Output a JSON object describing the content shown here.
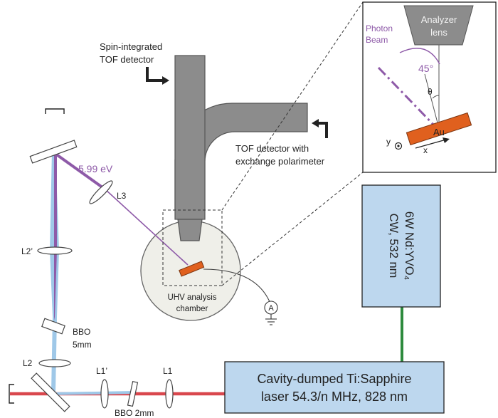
{
  "labels": {
    "spin_detector": [
      "Spin-integrated",
      "TOF detector"
    ],
    "exchange_detector": [
      "TOF detector with",
      "exchange polarimeter"
    ],
    "uhv_chamber": [
      "UHV analysis",
      "chamber"
    ],
    "ammeter": "A",
    "photon_energy": "5.99 eV",
    "lens_l3": "L3",
    "lens_l2prime": "L2’",
    "lens_l2": "L2",
    "lens_l1prime": "L1’",
    "lens_l1": "L1",
    "bbo_5mm": [
      "BBO",
      "5mm"
    ],
    "bbo_2mm": "BBO 2mm",
    "pump_laser": [
      "6W Nd:YVO₄",
      "CW, 532 nm"
    ],
    "ti_sapphire": [
      "Cavity-dumped Ti:Sapphire",
      "laser 54.3/n MHz, 828 nm"
    ]
  },
  "inset": {
    "analyzer_lens": [
      "Analyzer",
      "lens"
    ],
    "photon_beam": [
      "Photon",
      "Beam"
    ],
    "angle": "45°",
    "theta": "θ",
    "sample": "Au",
    "axis_x": "x",
    "axis_y": "y"
  },
  "colors": {
    "uv_beam": "#8e5aa8",
    "blue_beam": "#9fc8e8",
    "red_beam": "#d9474d",
    "green_beam": "#2e8b3e",
    "box_fill": "#bdd7ee",
    "detector_fill": "#8c8c8c",
    "sample_fill": "#e0601e",
    "chamber_fill": "#efefe9"
  }
}
